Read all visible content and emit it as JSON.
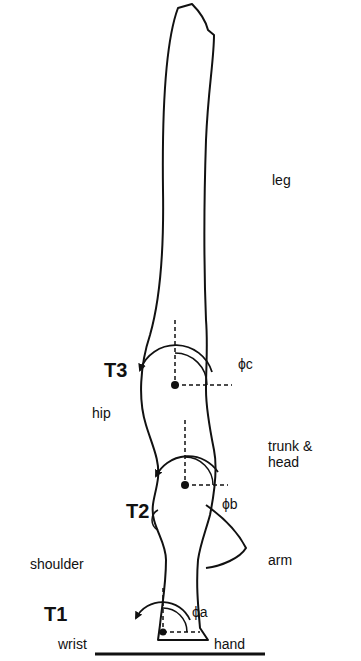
{
  "diagram": {
    "labels": [
      "leg",
      "T3",
      "ϕc",
      "hip",
      "trunk & head",
      "T2",
      "ϕb",
      "shoulder",
      "arm",
      "T1",
      "ϕa",
      "wrist",
      "hand"
    ]
  }
}
